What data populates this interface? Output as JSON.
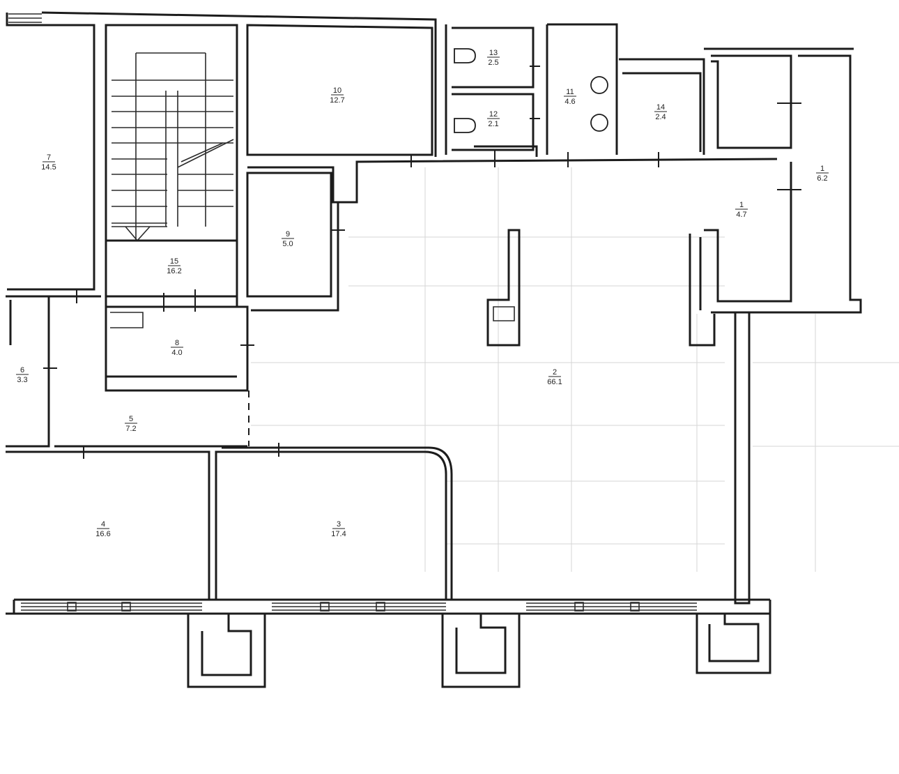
{
  "rooms": [
    {
      "id": "1",
      "number": "1",
      "area": "4.7"
    },
    {
      "id": "1b",
      "number": "1",
      "area": "6.2"
    },
    {
      "id": "2",
      "number": "2",
      "area": "66.1"
    },
    {
      "id": "3",
      "number": "3",
      "area": "17.4"
    },
    {
      "id": "4",
      "number": "4",
      "area": "16.6"
    },
    {
      "id": "5",
      "number": "5",
      "area": "7.2"
    },
    {
      "id": "6",
      "number": "6",
      "area": "3.3"
    },
    {
      "id": "7",
      "number": "7",
      "area": "14.5"
    },
    {
      "id": "8",
      "number": "8",
      "area": "4.0"
    },
    {
      "id": "9",
      "number": "9",
      "area": "5.0"
    },
    {
      "id": "10",
      "number": "10",
      "area": "12.7"
    },
    {
      "id": "11",
      "number": "11",
      "area": "4.6"
    },
    {
      "id": "12",
      "number": "12",
      "area": "2.1"
    },
    {
      "id": "13",
      "number": "13",
      "area": "2.5"
    },
    {
      "id": "14",
      "number": "14",
      "area": "2.4"
    },
    {
      "id": "15",
      "number": "15",
      "area": "16.2"
    }
  ],
  "colors": {
    "wall": "#1c1c1c",
    "background": "#ffffff"
  }
}
